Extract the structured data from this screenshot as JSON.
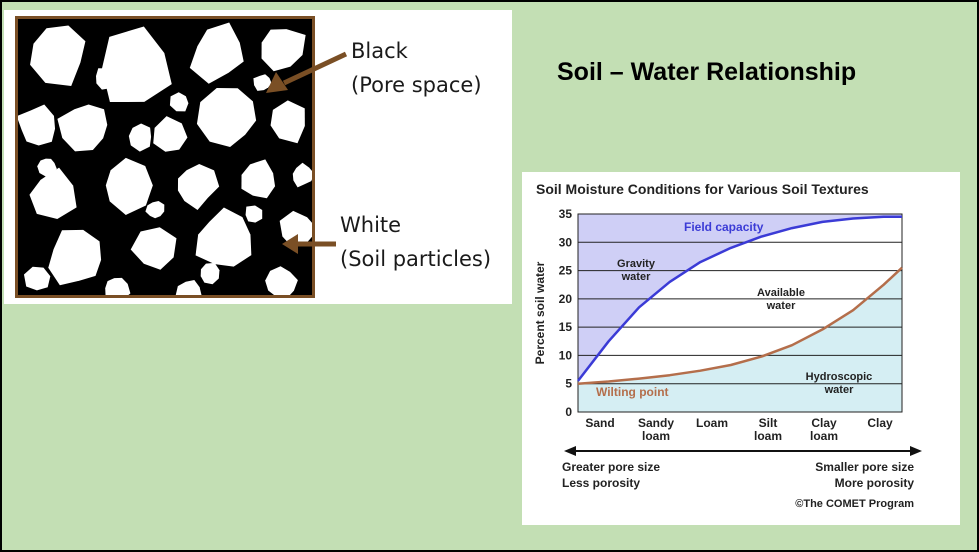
{
  "slide": {
    "title": "Soil – Water Relationship",
    "background_color": "#c3dfb4"
  },
  "soil_image": {
    "callouts": [
      {
        "line1": "Black",
        "line2": "(Pore space)",
        "arrow_color": "#7a4f25",
        "icon": "arrow-left-down"
      },
      {
        "line1": "White",
        "line2": "(Soil particles)",
        "arrow_color": "#7a4f25",
        "icon": "arrow-left"
      }
    ]
  },
  "chart_data": {
    "type": "line",
    "title": "Soil Moisture Conditions for Various Soil Textures",
    "ylabel": "Percent soil water",
    "xlabel": "",
    "ylim": [
      0,
      35
    ],
    "yticks": [
      0,
      5,
      10,
      15,
      20,
      25,
      30,
      35
    ],
    "grid": true,
    "categories": [
      {
        "line1": "Sand",
        "line2": ""
      },
      {
        "line1": "Sandy",
        "line2": "loam"
      },
      {
        "line1": "Loam",
        "line2": ""
      },
      {
        "line1": "Silt",
        "line2": "loam"
      },
      {
        "line1": "Clay",
        "line2": "loam"
      },
      {
        "line1": "Clay",
        "line2": ""
      }
    ],
    "series": [
      {
        "name": "Field capacity",
        "color": "#3b3bd6",
        "x": [
          0,
          0.5,
          1,
          1.5,
          2,
          2.5,
          3,
          3.5,
          4,
          4.5,
          5,
          5.3
        ],
        "values": [
          5.5,
          12.5,
          18.5,
          23,
          26.5,
          29,
          31,
          32.5,
          33.6,
          34.2,
          34.5,
          34.5
        ]
      },
      {
        "name": "Wilting point",
        "color": "#b46e4b",
        "x": [
          0,
          0.5,
          1,
          1.5,
          2,
          2.5,
          3,
          3.5,
          4,
          4.5,
          5,
          5.3
        ],
        "values": [
          5,
          5.4,
          5.9,
          6.5,
          7.3,
          8.3,
          9.8,
          11.8,
          14.6,
          18,
          22.5,
          25.5
        ]
      }
    ],
    "regions": [
      {
        "name": "Gravity water",
        "color": "#cfcff6"
      },
      {
        "name": "Available water",
        "color": "#ffffff"
      },
      {
        "name": "Hydroscopic water",
        "color": "#d5eef3"
      }
    ],
    "annotations": {
      "field_capacity": "Field capacity",
      "gravity_line1": "Gravity",
      "gravity_line2": "water",
      "available_line1": "Available",
      "available_line2": "water",
      "hydro_line1": "Hydroscopic",
      "hydro_line2": "water",
      "wilting_point": "Wilting point"
    },
    "axis_footer": {
      "left_line1": "Greater pore size",
      "left_line2": "Less porosity",
      "right_line1": "Smaller pore size",
      "right_line2": "More porosity"
    },
    "credit": "©The COMET Program"
  }
}
